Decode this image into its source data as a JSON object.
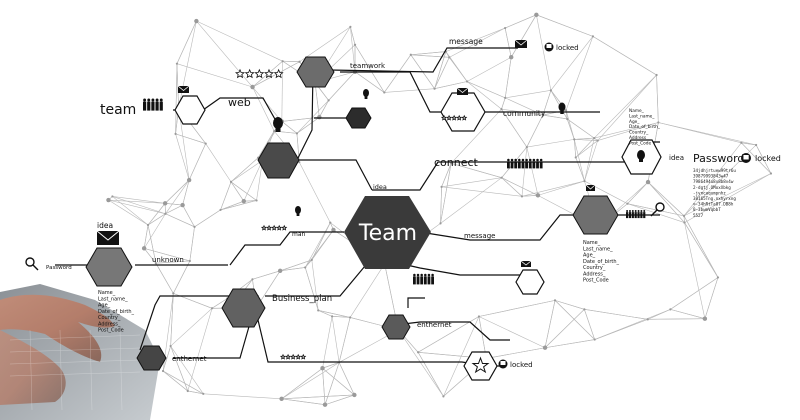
{
  "labels": {
    "team_center": "Team",
    "team_left": "team",
    "web": "web",
    "teamwork": "teamwork",
    "message_top": "message",
    "message_mid": "message",
    "locked_top": "locked",
    "locked_right": "locked",
    "locked_bottom": "locked",
    "community": "community",
    "connect": "connect",
    "idea_center": "idea",
    "idea_right": "idea",
    "idea_left": "idea",
    "password_right": "Password",
    "password_left": "Password",
    "unknown": "unknown",
    "business_plan": "Business_plan",
    "enthernet_bottom": "enthernet",
    "enthernet_mid": "enthernet",
    "man": "man"
  },
  "profile_fields": [
    "Name_",
    "Last_name_",
    "Age_",
    "Date_of_birth_",
    "Country_",
    "Address_",
    "Post_Code"
  ],
  "password_hash_lines": [
    "34jdhjrtuew99tr6u",
    "39879993843w47",
    "7986494u8v8b8v4w",
    "2-dgtj.OMoxXbkg",
    "-jyncaqumpnhz",
    "38165Tng.nxhyrxng",
    "=-34hRtTa87.DB8h",
    "0-3bwmVqbbT",
    "5527"
  ]
}
